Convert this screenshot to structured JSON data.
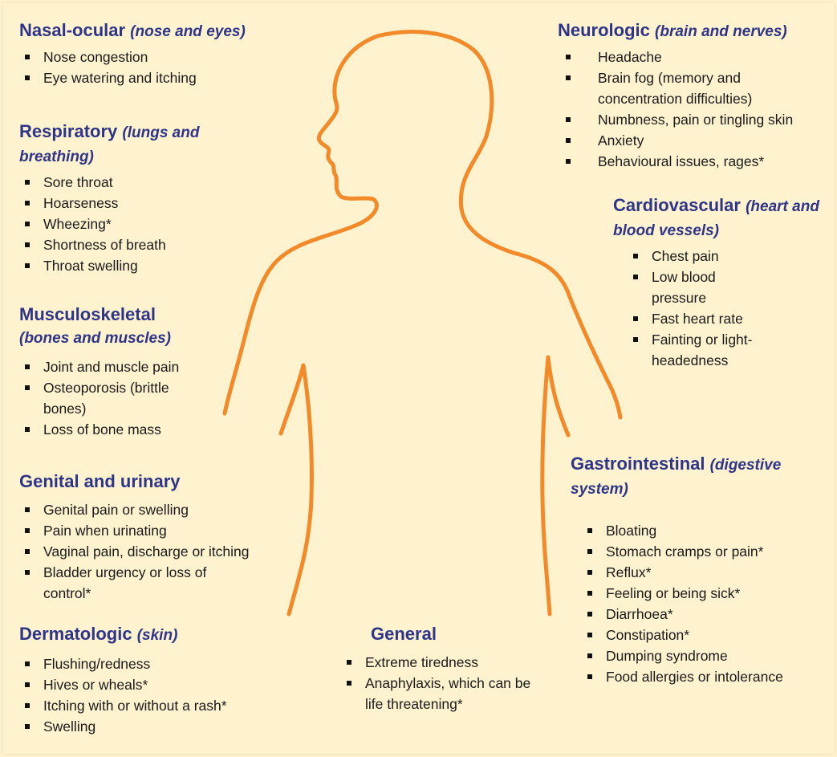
{
  "colors": {
    "background": "#fff2cf",
    "heading": "#2e3588",
    "text": "#1a1a1a",
    "outline": "#f28a2a"
  },
  "sections": {
    "nasal_ocular": {
      "title": "Nasal-ocular",
      "subtitle": "(nose and eyes)",
      "items": [
        "Nose congestion",
        "Eye watering and itching"
      ]
    },
    "respiratory": {
      "title": "Respiratory",
      "subtitle": "(lungs and breathing)",
      "items": [
        "Sore throat",
        "Hoarseness",
        "Wheezing*",
        "Shortness of breath",
        "Throat swelling"
      ]
    },
    "musculoskeletal": {
      "title": "Musculoskeletal",
      "subtitle": "(bones and muscles)",
      "items": [
        "Joint and muscle pain",
        "Osteoporosis (brittle bones)",
        "Loss of bone mass"
      ]
    },
    "genital_urinary": {
      "title": "Genital and urinary",
      "subtitle": "",
      "items": [
        "Genital pain or swelling",
        "Pain when urinating",
        "Vaginal pain, discharge or itching",
        "Bladder urgency or loss of control*"
      ]
    },
    "dermatologic": {
      "title": "Dermatologic",
      "subtitle": "(skin)",
      "items": [
        "Flushing/redness",
        "Hives or wheals*",
        "Itching with or without a rash*",
        "Swelling"
      ]
    },
    "general": {
      "title": "General",
      "subtitle": "",
      "items": [
        "Extreme tiredness",
        "Anaphylaxis, which can be life threatening*"
      ]
    },
    "neurologic": {
      "title": "Neurologic",
      "subtitle": "(brain and nerves)",
      "items": [
        "Headache",
        "Brain fog (memory and concentration difficulties)",
        "Numbness, pain or tingling skin",
        "Anxiety",
        "Behavioural issues, rages*"
      ]
    },
    "cardiovascular": {
      "title": "Cardiovascular",
      "subtitle": "(heart and blood vessels)",
      "items": [
        "Chest pain",
        "Low blood pressure",
        "Fast heart rate",
        "Fainting or light-headedness"
      ]
    },
    "gastrointestinal": {
      "title": "Gastrointestinal",
      "subtitle": "(digestive system)",
      "items": [
        "Bloating",
        "Stomach cramps or pain*",
        "Reflux*",
        "Feeling or being sick*",
        "Diarrhoea*",
        "Constipation*",
        "Dumping syndrome",
        "Food allergies or intolerance"
      ]
    }
  }
}
